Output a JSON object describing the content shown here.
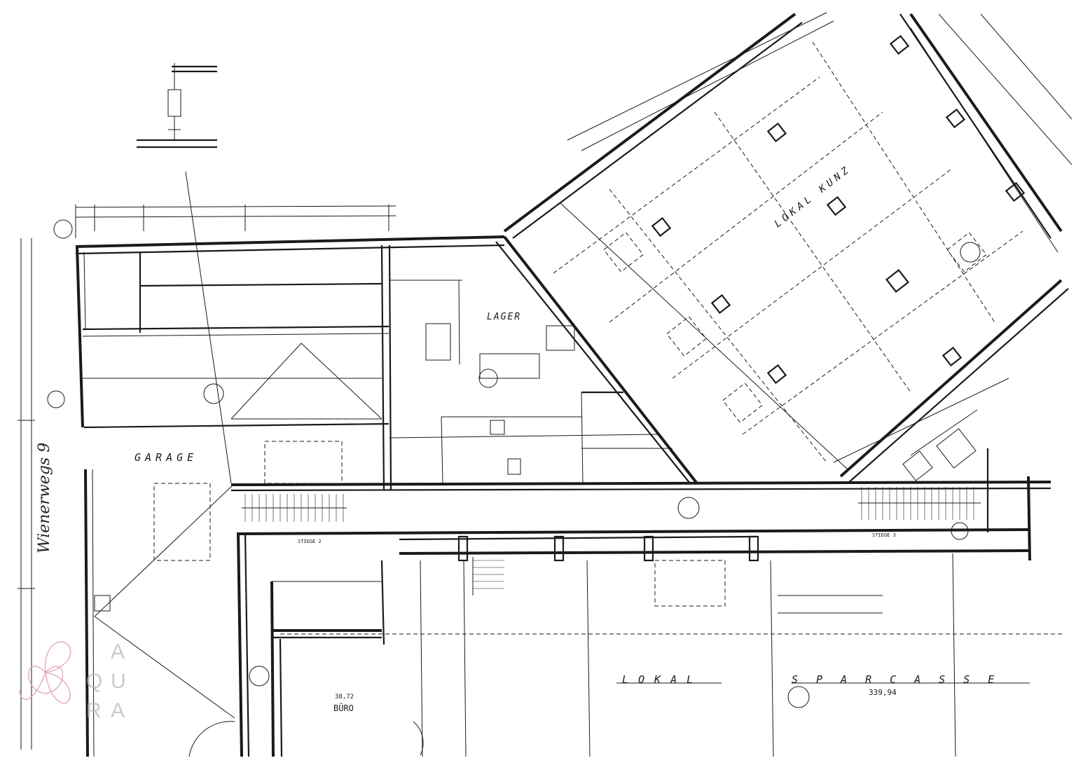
{
  "rooms": {
    "garage": "GARAGE",
    "lager": "LAGER",
    "lokal_kunz": "LOKAL KUNZ",
    "lokal": "LOKAL",
    "sparcasse": "SPARCASSE",
    "buero": "BÜRO",
    "stiege_2": "STIEGE 2",
    "stiege_3": "STIEGE 3"
  },
  "figures": {
    "buero_area": "38,72",
    "sparcasse_area": "339,94"
  },
  "handwritten_note": "Wienerwegs 9",
  "watermark": {
    "letters": [
      "A",
      "Q",
      "U",
      "R",
      "A"
    ]
  }
}
